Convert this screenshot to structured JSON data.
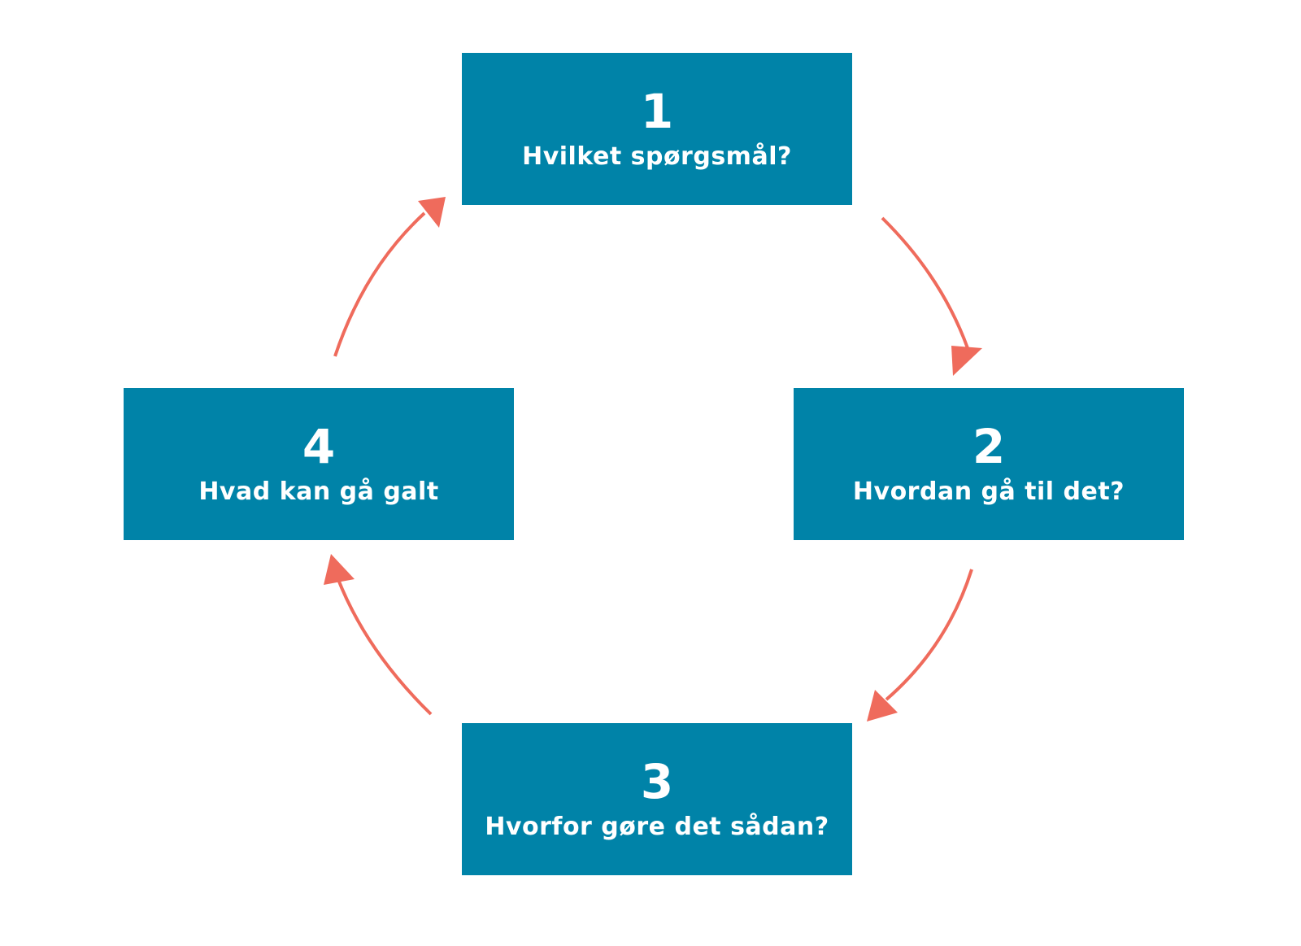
{
  "colors": {
    "box_fill": "#0083a8",
    "box_text": "#ffffff",
    "arrow": "#ef6b5c",
    "background": "#ffffff"
  },
  "steps": [
    {
      "number": "1",
      "question": "Hvilket spørgsmål?"
    },
    {
      "number": "2",
      "question": "Hvordan gå til det?"
    },
    {
      "number": "3",
      "question": "Hvorfor gøre det sådan?"
    },
    {
      "number": "4",
      "question": "Hvad kan gå galt"
    }
  ],
  "arrows": [
    {
      "from": "1",
      "to": "2",
      "direction": "clockwise"
    },
    {
      "from": "2",
      "to": "3",
      "direction": "clockwise"
    },
    {
      "from": "3",
      "to": "4",
      "direction": "clockwise"
    },
    {
      "from": "4",
      "to": "1",
      "direction": "clockwise"
    }
  ]
}
